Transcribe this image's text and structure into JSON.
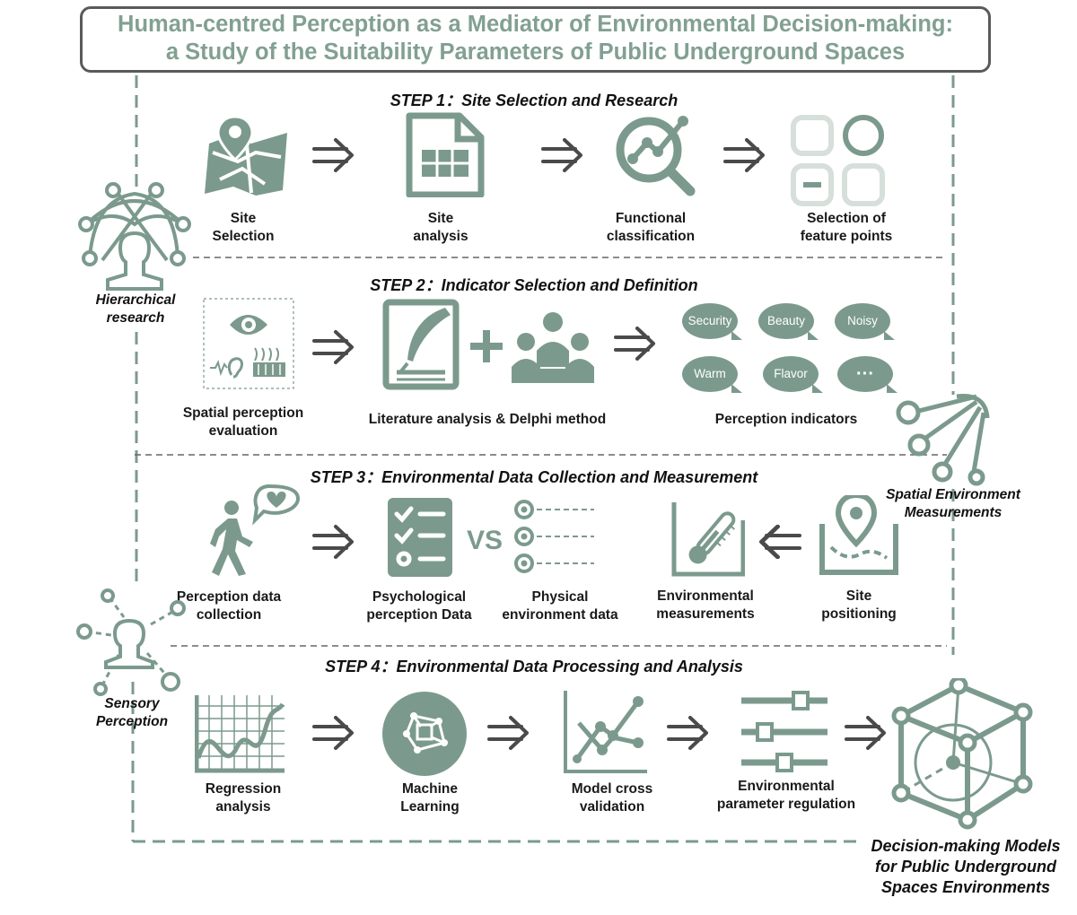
{
  "title": {
    "line1": "Human-centred Perception as a Mediator of Environmental Decision-making:",
    "line2": "a Study of the Suitability Parameters of Public Underground Spaces"
  },
  "steps": [
    {
      "title": "STEP 1：Site Selection and Research",
      "items": [
        {
          "label": [
            "Site",
            "Selection"
          ],
          "icon": "map-pin-icon"
        },
        {
          "label": [
            "Site",
            "analysis"
          ],
          "icon": "document-grid-icon"
        },
        {
          "label": [
            "Functional",
            "classification"
          ],
          "icon": "magnify-chart-icon"
        },
        {
          "label": [
            "Selection of",
            "feature points"
          ],
          "icon": "feature-points-icon"
        }
      ]
    },
    {
      "title": "STEP 2：Indicator Selection and Definition",
      "items": [
        {
          "label": [
            "Spatial perception",
            "evaluation"
          ],
          "icon": "senses-icon"
        },
        {
          "label": [
            "Literature analysis & Delphi method"
          ],
          "icon": "document-people-icon"
        },
        {
          "label": [
            "Perception indicators"
          ],
          "icon": "bubbles-icon"
        }
      ],
      "bubbles": [
        "Security",
        "Beauty",
        "Noisy",
        "Warm",
        "Flavor",
        "···"
      ]
    },
    {
      "title": "STEP 3：Environmental Data Collection and Measurement",
      "items": [
        {
          "label": [
            "Perception data",
            "collection"
          ],
          "icon": "walker-heart-icon"
        },
        {
          "label": [
            "Psychological",
            "perception Data"
          ],
          "icon": "checklist-icon"
        },
        {
          "label": [
            "Physical",
            "environment data"
          ],
          "icon": "radio-list-icon"
        },
        {
          "label": [
            "Environmental",
            "measurements"
          ],
          "icon": "thermometer-icon"
        },
        {
          "label": [
            "Site",
            "positioning"
          ],
          "icon": "location-map-icon"
        }
      ],
      "vs": "VS"
    },
    {
      "title": "STEP 4：Environmental Data Processing and Analysis",
      "items": [
        {
          "label": [
            "Regression",
            "analysis"
          ],
          "icon": "regression-chart-icon"
        },
        {
          "label": [
            "Machine",
            "Learning"
          ],
          "icon": "machine-learning-icon"
        },
        {
          "label": [
            "Model cross",
            "validation"
          ],
          "icon": "line-chart-icon"
        },
        {
          "label": [
            "Environmental",
            "parameter regulation"
          ],
          "icon": "sliders-icon"
        }
      ]
    }
  ],
  "side": {
    "hierarchical": [
      "Hierarchical",
      "research"
    ],
    "spatial": [
      "Spatial Environment",
      "Measurements"
    ],
    "sensory": [
      "Sensory",
      "Perception"
    ],
    "final": [
      "Decision-making Models",
      "for Public Underground",
      "Spaces Environments"
    ]
  },
  "colors": {
    "accent": "#7b9a8d",
    "accent_light": "#d7dfdb",
    "dash": "#7b9a8d",
    "arrow": "#4a4a4a",
    "title_text": "#82a092"
  }
}
